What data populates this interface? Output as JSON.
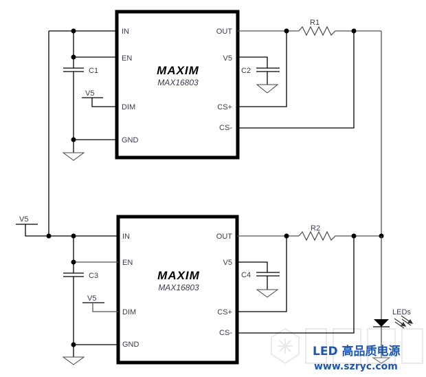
{
  "diagram": {
    "title": "Dual MAX16803 LED driver circuit",
    "chips": [
      {
        "id": "U1",
        "brand": "MAXIM",
        "part": "MAX16803",
        "pins_left": [
          "IN",
          "EN",
          "DIM",
          "GND"
        ],
        "pins_right": [
          "OUT",
          "V5",
          "CS+",
          "CS-"
        ]
      },
      {
        "id": "U2",
        "brand": "MAXIM",
        "part": "MAX16803",
        "pins_left": [
          "IN",
          "EN",
          "DIM",
          "GND"
        ],
        "pins_right": [
          "OUT",
          "V5",
          "CS+",
          "CS-"
        ]
      }
    ],
    "components": {
      "c1": "C1",
      "c2": "C2",
      "c3": "C3",
      "c4": "C4",
      "r1": "R1",
      "r2": "R2",
      "leds": "LEDs"
    },
    "supply_labels": {
      "v5_dim1": "V5",
      "v5_dim2": "V5",
      "v5_input": "V5"
    },
    "watermark": {
      "line1": "LED 高品质电源",
      "line2": "www.szryc.com",
      "color": "#1a56b8"
    }
  }
}
